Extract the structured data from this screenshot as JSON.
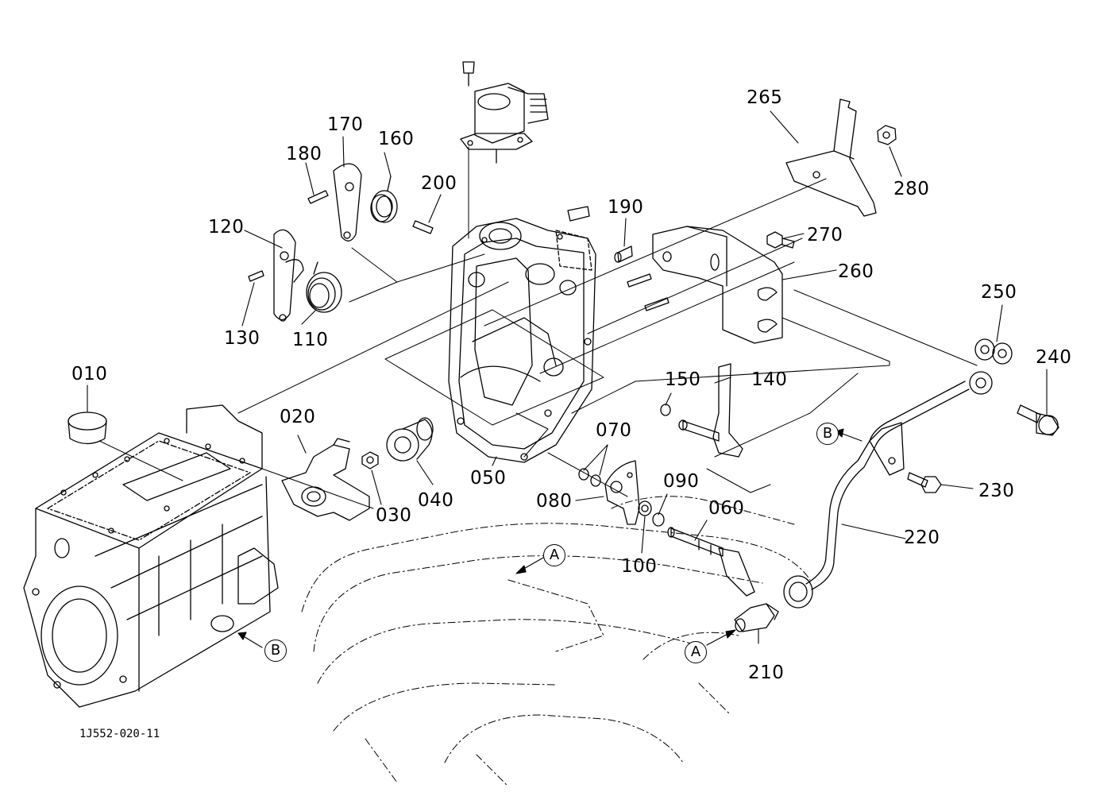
{
  "diagram_code": "1J552-020-11",
  "parts": [
    {
      "id": "p010",
      "label": "010"
    },
    {
      "id": "p020",
      "label": "020"
    },
    {
      "id": "p030",
      "label": "030"
    },
    {
      "id": "p040",
      "label": "040"
    },
    {
      "id": "p050",
      "label": "050"
    },
    {
      "id": "p060",
      "label": "060"
    },
    {
      "id": "p070",
      "label": "070"
    },
    {
      "id": "p080",
      "label": "080"
    },
    {
      "id": "p090",
      "label": "090"
    },
    {
      "id": "p100",
      "label": "100"
    },
    {
      "id": "p110",
      "label": "110"
    },
    {
      "id": "p120",
      "label": "120"
    },
    {
      "id": "p130",
      "label": "130"
    },
    {
      "id": "p140",
      "label": "140"
    },
    {
      "id": "p150",
      "label": "150"
    },
    {
      "id": "p160",
      "label": "160"
    },
    {
      "id": "p170",
      "label": "170"
    },
    {
      "id": "p180",
      "label": "180"
    },
    {
      "id": "p190",
      "label": "190"
    },
    {
      "id": "p200",
      "label": "200"
    },
    {
      "id": "p210",
      "label": "210"
    },
    {
      "id": "p220",
      "label": "220"
    },
    {
      "id": "p230",
      "label": "230"
    },
    {
      "id": "p240",
      "label": "240"
    },
    {
      "id": "p250",
      "label": "250"
    },
    {
      "id": "p260",
      "label": "260"
    },
    {
      "id": "p265",
      "label": "265"
    },
    {
      "id": "p270",
      "label": "270"
    },
    {
      "id": "p280",
      "label": "280"
    }
  ],
  "connection_markers": {
    "a_upper": "A",
    "a_lower": "A",
    "b_upper": "B",
    "b_lower": "B"
  },
  "colors": {
    "ink": "#000000",
    "paper": "#ffffff"
  }
}
